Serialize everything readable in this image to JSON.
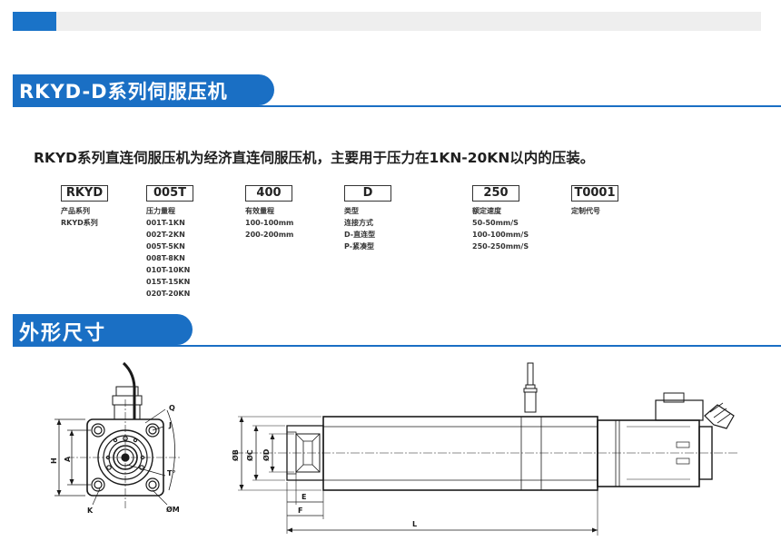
{
  "section1_title": "RKYD-D系列伺服压机",
  "intro": "RKYD系列直连伺服压机为经济直连伺服压机，主要用于压力在1KN-20KN以内的压装。",
  "codes": [
    {
      "code": "RKYD",
      "label": "产品系列",
      "items": [
        "RKYD系列"
      ]
    },
    {
      "code": "005T",
      "label": "压力量程",
      "items": [
        "001T-1KN",
        "002T-2KN",
        "005T-5KN",
        "008T-8KN",
        "010T-10KN",
        "015T-15KN",
        "020T-20KN"
      ]
    },
    {
      "code": "400",
      "label": "有效量程",
      "items": [
        "100-100mm",
        "200-200mm"
      ]
    },
    {
      "code": "D",
      "label": "类型",
      "items": [
        "连接方式",
        "D-直连型",
        "P-紧凑型"
      ]
    },
    {
      "code": "250",
      "label": "额定速度",
      "items": [
        "50-50mm/S",
        "100-100mm/S",
        "250-250mm/S"
      ]
    },
    {
      "code": "T0001",
      "label": "定制代号",
      "items": []
    }
  ],
  "section2_title": "外形尺寸",
  "front_labels": {
    "q": "Q",
    "j": "J",
    "h": "H",
    "a": "A",
    "k": "K",
    "m": "ØM",
    "t": "T°"
  },
  "side_labels": {
    "b": "ØB",
    "c": "ØC",
    "d": "ØD",
    "e": "E",
    "f": "F",
    "l": "L"
  },
  "colors": {
    "accent": "#1a6fc4",
    "line": "#1a1a1a"
  }
}
